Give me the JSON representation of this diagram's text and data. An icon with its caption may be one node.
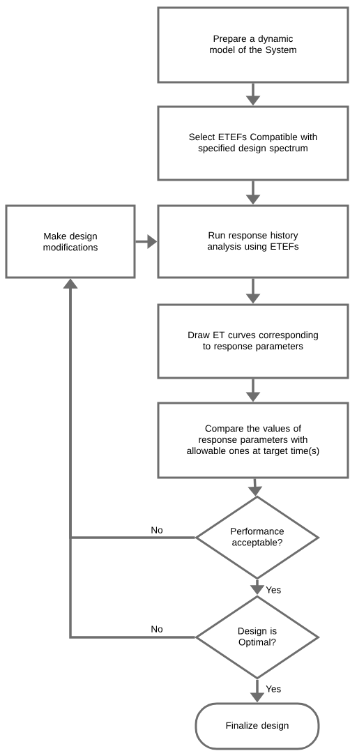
{
  "diagram": {
    "nodes": [
      {
        "text": [
          "Prepare a dynamic model of the System"
        ]
      },
      {
        "text": [
          "Select ETEFs Compatible with specified design spectrum"
        ]
      },
      {
        "text": [
          "Make design modifications"
        ]
      },
      {
        "text": [
          "Run response history analysis using ETEFs"
        ]
      },
      {
        "text": [
          "Draw ET curves corresponding to response parameters"
        ]
      },
      {
        "text": [
          "Compare the values of response parameters with allowable ones at target time(s)"
        ]
      },
      {
        "text": [
          "Performance acceptable?"
        ]
      },
      {
        "text": [
          "Design is Optimal?"
        ]
      },
      {
        "text": [
          "Finalize design"
        ]
      }
    ],
    "edges": [
      {
        "from": 0,
        "to": 1,
        "arrow": "to"
      },
      {
        "from": 1,
        "to": 3,
        "arrow": "to"
      },
      {
        "from": 2,
        "to": 3,
        "arrow": "to"
      },
      {
        "from": 3,
        "to": 4,
        "arrow": "to"
      },
      {
        "from": 4,
        "to": 5,
        "arrow": "to"
      },
      {
        "from": 5,
        "to": 6,
        "arrow": "to"
      },
      {
        "from": 6,
        "to": 7,
        "label": "Yes",
        "arrow": "to"
      },
      {
        "from": 6,
        "to": 2,
        "label": "No",
        "arrow": "to"
      },
      {
        "from": 7,
        "to": 2,
        "label": "No",
        "arrow": "to"
      },
      {
        "from": 7,
        "to": 8,
        "label": "Yes",
        "arrow": "to"
      }
    ]
  }
}
